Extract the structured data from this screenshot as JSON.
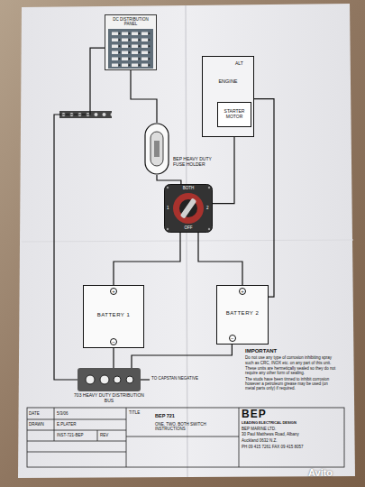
{
  "diagram": {
    "nodes": [
      {
        "text": [
          "DC DISTRIBUTION PANEL"
        ]
      },
      {
        "text": [
          "BEP HEAVY DUTY FUSE HOLDER"
        ]
      },
      {
        "text": [
          "ALT",
          "ENGINE"
        ]
      },
      {
        "text": [
          "STARTER MOTOR"
        ],
        "in": 2
      },
      {
        "text": [
          "BOTH",
          "1",
          "2",
          "OFF"
        ]
      },
      {
        "text": [
          "+",
          "BATTERY 1",
          "−"
        ]
      },
      {
        "text": [
          "+",
          "BATTERY 2",
          "−"
        ]
      },
      {
        "text": [
          "703 HEAVY DUTY DISTRIBUTION BUS"
        ]
      }
    ],
    "edges": [
      {
        "from": 4,
        "to": 1,
        "arrow": "none"
      },
      {
        "from": 1,
        "to": 0,
        "arrow": "none"
      },
      {
        "from": 4,
        "to": 3,
        "arrow": "none"
      },
      {
        "from": 5,
        "to": 4,
        "arrow": "none"
      },
      {
        "from": 6,
        "to": 4,
        "arrow": "none"
      },
      {
        "from": 5,
        "to": 7,
        "arrow": "none"
      },
      {
        "from": 6,
        "to": 7,
        "arrow": "none"
      },
      {
        "from": 0,
        "to": 7,
        "arrow": "none"
      },
      {
        "from": 2,
        "to": 6,
        "arrow": "none"
      }
    ],
    "labels": [
      "TO CAPSTAN NEGATIVE",
      "IMPORTANT",
      "Do not use any type of corrosion inhibiting spray such as CRC, INOX etc. on any part of this unit.",
      "These units are hermetically sealed so they do not require any other form of sealing.",
      "The studs have been tinned to inhibit corrosion however a petroleum grease may be used (on metal parts only) if required.",
      "DATE",
      "5/3/06",
      "DRAWN",
      "E.PLATER",
      "INST-721-BEP",
      "REV",
      "TITLE",
      "BEP 721",
      "ONE, TWO, BOTH SWITCH INSTRUCTIONS",
      "BEP",
      "LEADING ELECTRICAL DESIGN",
      "BEP MARINE LTD.",
      "30 Paul Matthews Road, Albany",
      "Auckland 0632 N.Z.",
      "PH 09 415 7261 FAX 09 415 8057",
      "Avito"
    ]
  }
}
